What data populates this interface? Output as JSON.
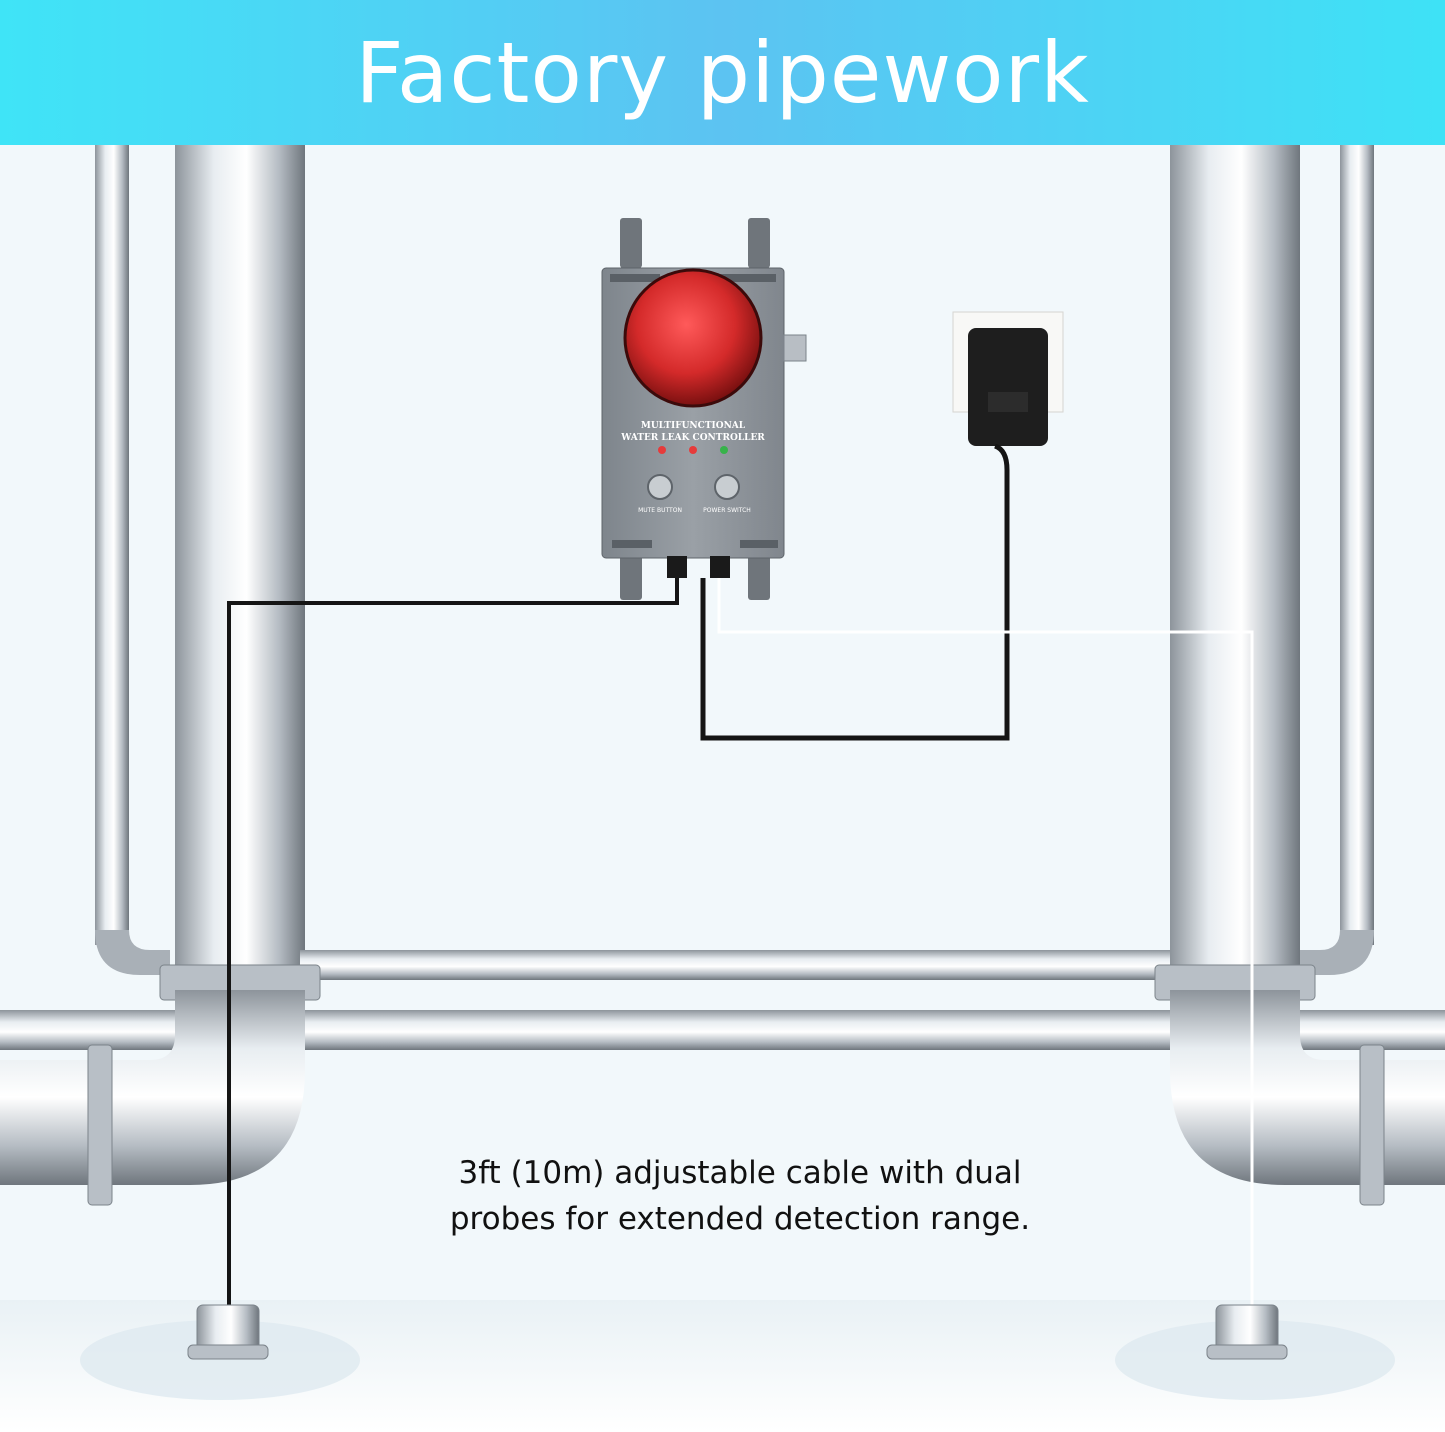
{
  "banner": {
    "title": "Factory pipework"
  },
  "controller": {
    "name_line1": "MULTIFUNCTIONAL",
    "name_line2": "WATER LEAK CONTROLLER",
    "mute_label": "MUTE BUTTON",
    "power_label": "POWER SWITCH"
  },
  "caption": {
    "line1": "3ft (10m) adjustable cable with dual",
    "line2": "probes for extended detection range."
  },
  "colors": {
    "banner_start": "#3fe4f7",
    "banner_mid": "#5cc3f2",
    "alarm_light": "#d42a2a",
    "housing": "#8f959b"
  }
}
